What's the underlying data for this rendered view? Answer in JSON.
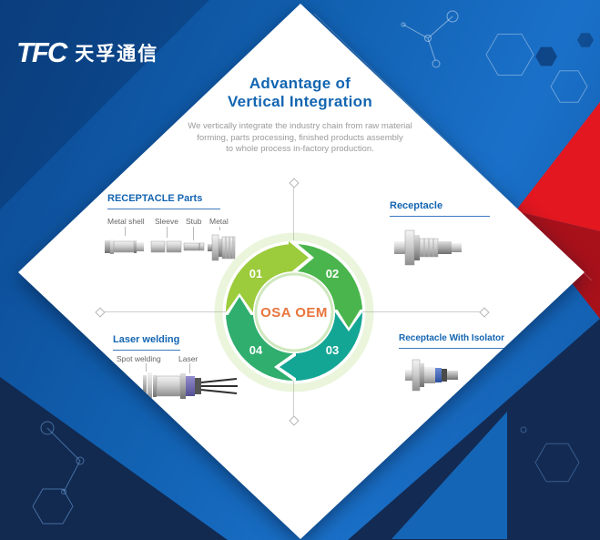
{
  "logo": {
    "latin": "TFC",
    "cjk": "天孚通信"
  },
  "header": {
    "title_line1": "Advantage of",
    "title_line2": "Vertical Integration",
    "description_line1": "We vertically integrate the industry chain from raw material",
    "description_line2": "forming, parts processing, finished products assembly",
    "description_line3": "to whole process in-factory production."
  },
  "diagram": {
    "center_label": "OSA OEM",
    "steps": [
      "01",
      "02",
      "03",
      "04"
    ],
    "ring_colors": [
      "#9ccb3c",
      "#49b54c",
      "#14a695",
      "#2fae6e"
    ]
  },
  "sections": {
    "receptacle_parts": {
      "title": "RECEPTACLE Parts",
      "labels": [
        "Metal shell",
        "Sleeve",
        "Stub",
        "Metal"
      ]
    },
    "receptacle": {
      "title": "Receptacle"
    },
    "laser_welding": {
      "title": "Laser welding",
      "labels": [
        "Spot welding",
        "Laser"
      ]
    },
    "receptacle_with_isolator": {
      "title": "Receptacle With Isolator"
    }
  },
  "colors": {
    "background_blue": "#1160b0",
    "corner_navy": "#132a52",
    "accent_red": "#e2171f",
    "accent_red_dark": "#a8111a",
    "accent_blue_triangle": "#1565b6",
    "title_blue": "#1365b1",
    "center_orange": "#e8743c",
    "description_gray": "#9b9b9b"
  }
}
